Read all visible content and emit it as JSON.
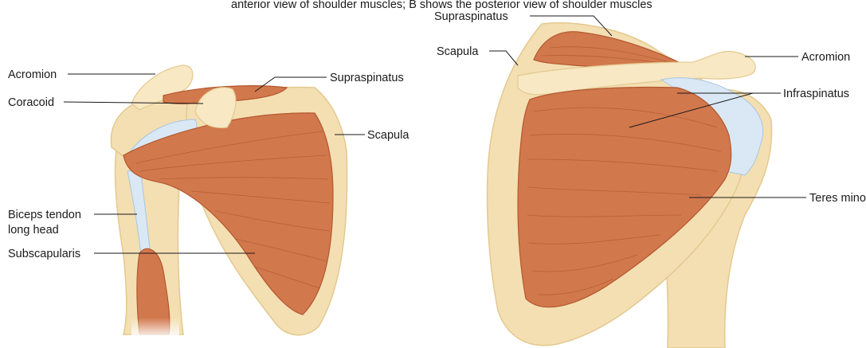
{
  "page_heading_partial": "anterior view of shoulder muscles; B shows the posterior view of shoulder muscles",
  "anterior_view": {
    "labels": {
      "acromion": "Acromion",
      "coracoid": "Coracoid",
      "supraspinatus": "Supraspinatus",
      "scapula": "Scapula",
      "biceps_tendon_line1": "Biceps tendon",
      "biceps_tendon_line2": "long head",
      "subscapularis": "Subscapularis"
    }
  },
  "posterior_view": {
    "labels": {
      "supraspinatus": "Supraspinatus",
      "scapula": "Scapula",
      "acromion": "Acromion",
      "infraspinatus": "Infraspinatus",
      "teres_minor": "Teres minor"
    }
  },
  "colors": {
    "bone": "#f4dfb3",
    "muscle": "#d2784d",
    "tendon": "#d9e8f4",
    "text": "#1a1a1a"
  }
}
